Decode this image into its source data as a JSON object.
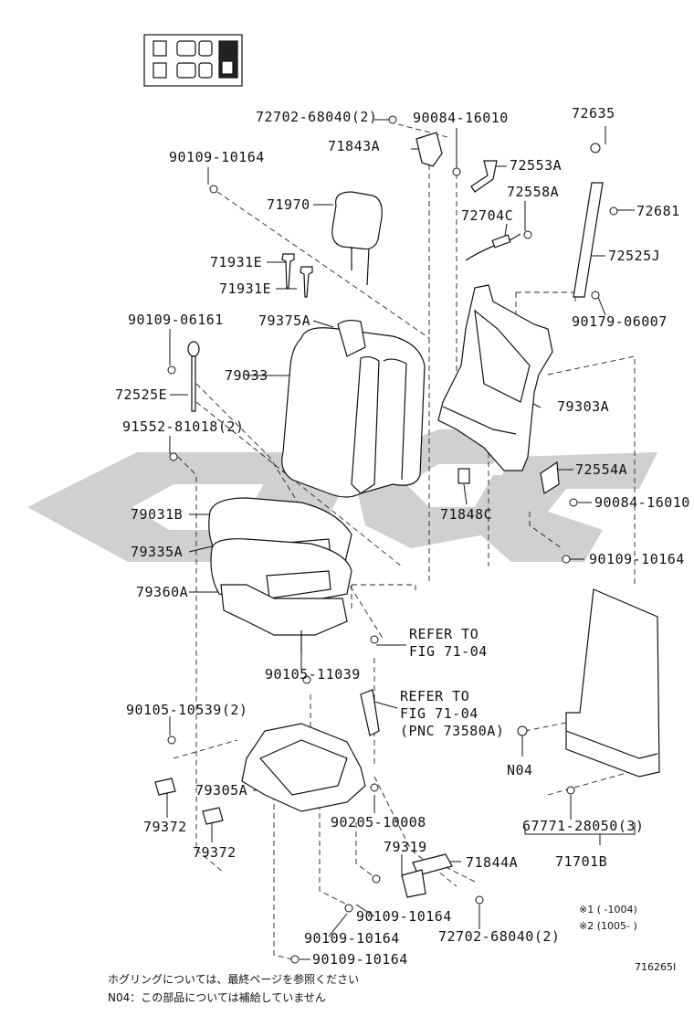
{
  "diagram": {
    "fig_code": "716265I",
    "labels": {
      "p72702_top": "72702-68040(2)",
      "p90084_top": "90084-16010",
      "p72635": "72635",
      "p71843a": "71843A",
      "p72553a": "72553A",
      "p90109_a": "90109-10164",
      "p72558a": "72558A",
      "p71970": "71970",
      "p72704c": "72704C",
      "p72681": "72681",
      "p72525j": "72525J",
      "p71931e_1": "71931E",
      "p71931e_2": "71931E",
      "p90109_06161": "90109-06161",
      "p79375a": "79375A",
      "p90179": "90179-06007",
      "p79033": "79033",
      "p72525e": "72525E",
      "p79303a": "79303A",
      "p91552": "91552-81018(2)",
      "p72554a": "72554A",
      "p90084_mid": "90084-16010",
      "p79031b": "79031B",
      "p71848c": "71848C",
      "p79335a": "79335A",
      "p90109_b": "90109-10164",
      "p79360a": "79360A",
      "refer1_a": "REFER TO",
      "refer1_b": "FIG 71-04",
      "p90105_11039": "90105-11039",
      "refer2_a": "REFER TO",
      "refer2_b": "FIG 71-04",
      "refer2_c": "(PNC 73580A)",
      "p90105_10539": "90105-10539(2)",
      "pN04": "N04",
      "p79305a": "79305A",
      "p90205": "90205-10008",
      "p67771": "67771-28050(3)",
      "p79372_1": "79372",
      "p79372_2": "79372",
      "p79319": "79319",
      "p71844a": "71844A",
      "p71701b": "71701B",
      "p90109_c": "90109-10164",
      "p72702_bot": "72702-68040(2)",
      "p90109_d": "90109-10164",
      "p90109_e": "90109-10164"
    },
    "legend": {
      "line1": "※1 (     -1004)",
      "line2": "※2 (1005-     )"
    },
    "footnotes": {
      "line1": "ホグリングについては、最終ページを参照ください",
      "line2": "N04：この部品については補給していません"
    }
  }
}
